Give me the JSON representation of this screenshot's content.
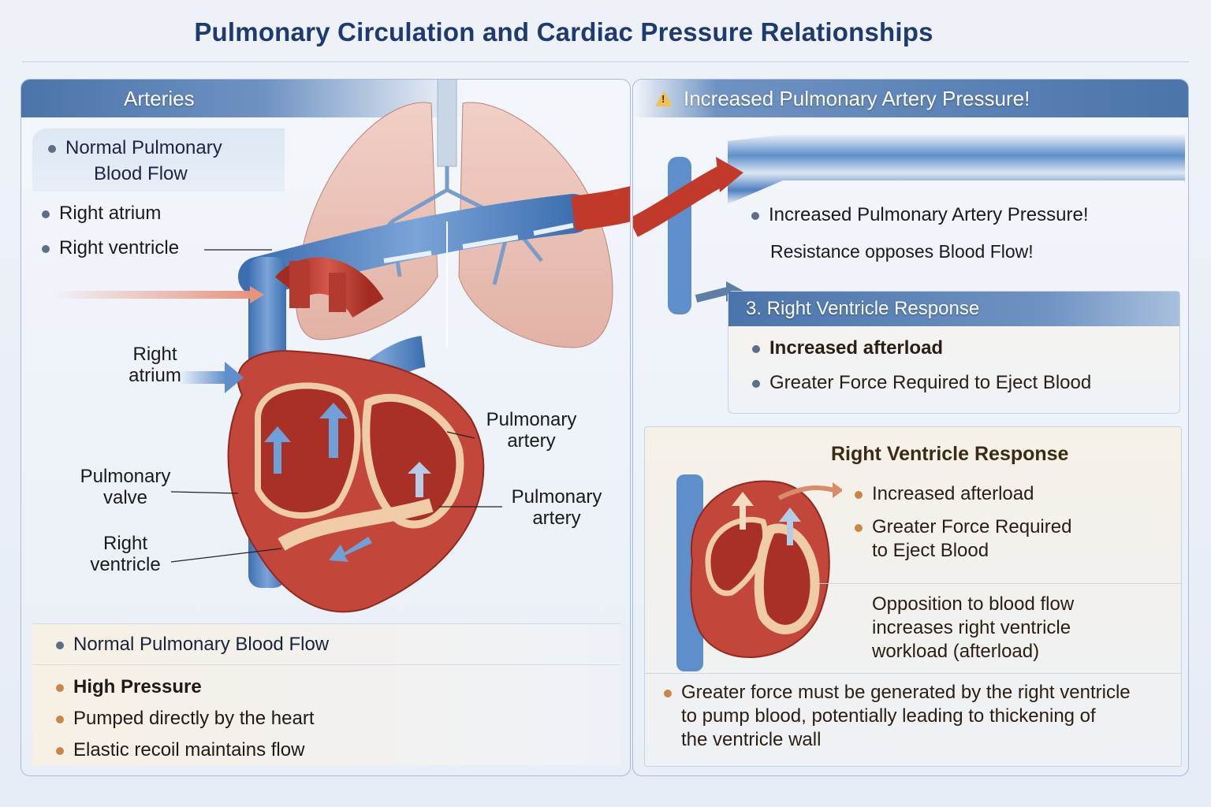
{
  "title": "Pulmonary Circulation and Cardiac Pressure Relationships",
  "colors": {
    "title": "#1e3a6e",
    "header_blue": "#4b74aa",
    "warning_yellow": "#f2c14e",
    "artery_red": "#c0392b",
    "vein_blue": "#4f86c6",
    "bullet_gray": "#5d6f86",
    "bullet_tan": "#c8864a"
  },
  "left_panel": {
    "header": "Arteries",
    "sub_heading": {
      "line1": "Normal Pulmonary",
      "line2": "Blood Flow"
    },
    "bullets": [
      "Right atrium",
      "Right ventricle"
    ],
    "diagram_labels": {
      "right_atrium": {
        "line1": "Right",
        "line2": "atrium"
      },
      "pulmonary_valve": {
        "line1": "Pulmonary",
        "line2": "valve"
      },
      "right_ventricle": {
        "line1": "Right",
        "line2": "ventricle"
      },
      "pulmonary_artery_1": {
        "line1": "Pulmonary",
        "line2": "artery"
      },
      "pulmonary_artery_2": {
        "line1": "Pulmonary",
        "line2": "artery"
      }
    },
    "bottom": {
      "heading": "Normal Pulmonary Blood Flow",
      "items": [
        {
          "text": "High Pressure",
          "bold": true
        },
        {
          "text": "Pumped directly by the heart",
          "bold": false
        },
        {
          "text": "Elastic recoil maintains flow",
          "bold": false
        }
      ]
    }
  },
  "right_panel": {
    "header": "Increased Pulmonary Artery Pressure!",
    "header_icon": "warning-icon",
    "pressure_note": {
      "bullet": "Increased Pulmonary Artery Pressure!",
      "arrow_text": "Resistance opposes Blood Flow!"
    },
    "response_card": {
      "header": "3. Right Ventricle Response",
      "items": [
        "Increased afterload",
        "Greater Force Required to Eject Blood"
      ]
    },
    "detail_card": {
      "title": "Right Ventricle Response",
      "items": [
        "Increased afterload",
        "Greater Force Required",
        "to Eject Blood"
      ],
      "opposition": [
        "Opposition to blood flow",
        "increases right ventricle",
        "workload (afterload)"
      ],
      "conclusion": [
        "Greater force must be generated by the right ventricle",
        "to pump blood, potentially leading to thickening of",
        "the ventricle wall"
      ]
    }
  }
}
